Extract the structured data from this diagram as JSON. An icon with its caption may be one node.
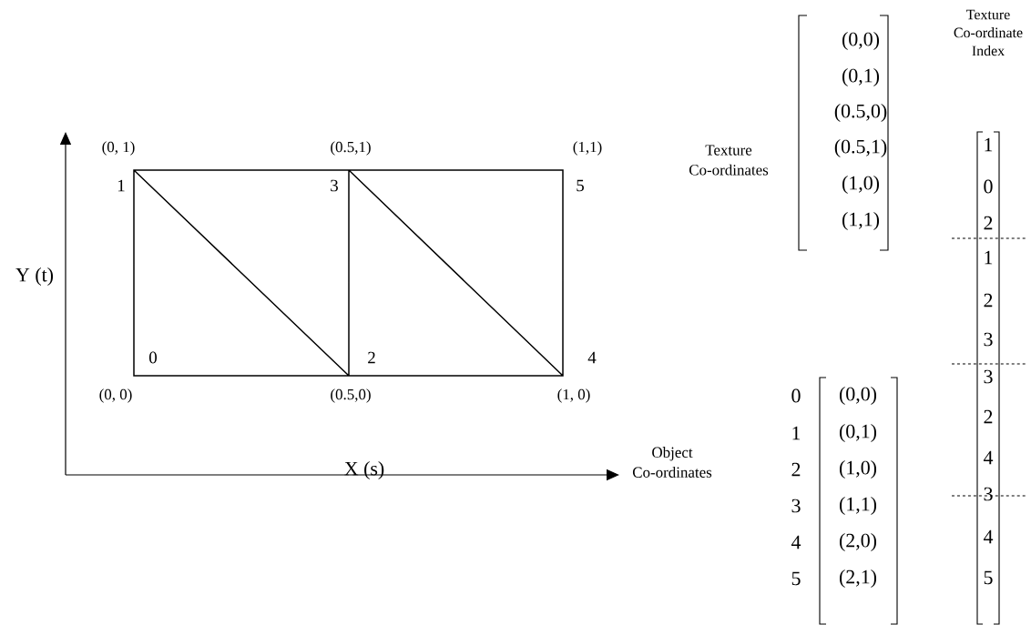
{
  "diagram": {
    "labels": [
      "Texture Co-ordinate Index",
      "Texture Co-ordinates",
      "(0,0)",
      "(0,1)",
      "(0.5,0)",
      "(0.5,1)",
      "(1,0)",
      "(1,1)",
      "1",
      "0",
      "2",
      "1",
      "2",
      "3",
      "3",
      "2",
      "4",
      "3",
      "4",
      "5",
      "(0, 1)",
      "(0.5,1)",
      "(1,1)",
      "1",
      "3",
      "5",
      "Y (t)",
      "0",
      "2",
      "4",
      "(0, 0)",
      "(0.5,0)",
      "(1, 0)",
      "Object Co-ordinates",
      "0",
      "1",
      "2",
      "3",
      "4",
      "5",
      "(0,0)",
      "(0,1)",
      "(1,0)",
      "(1,1)",
      "(2,0)",
      "(2,1)",
      "X (s)"
    ]
  }
}
